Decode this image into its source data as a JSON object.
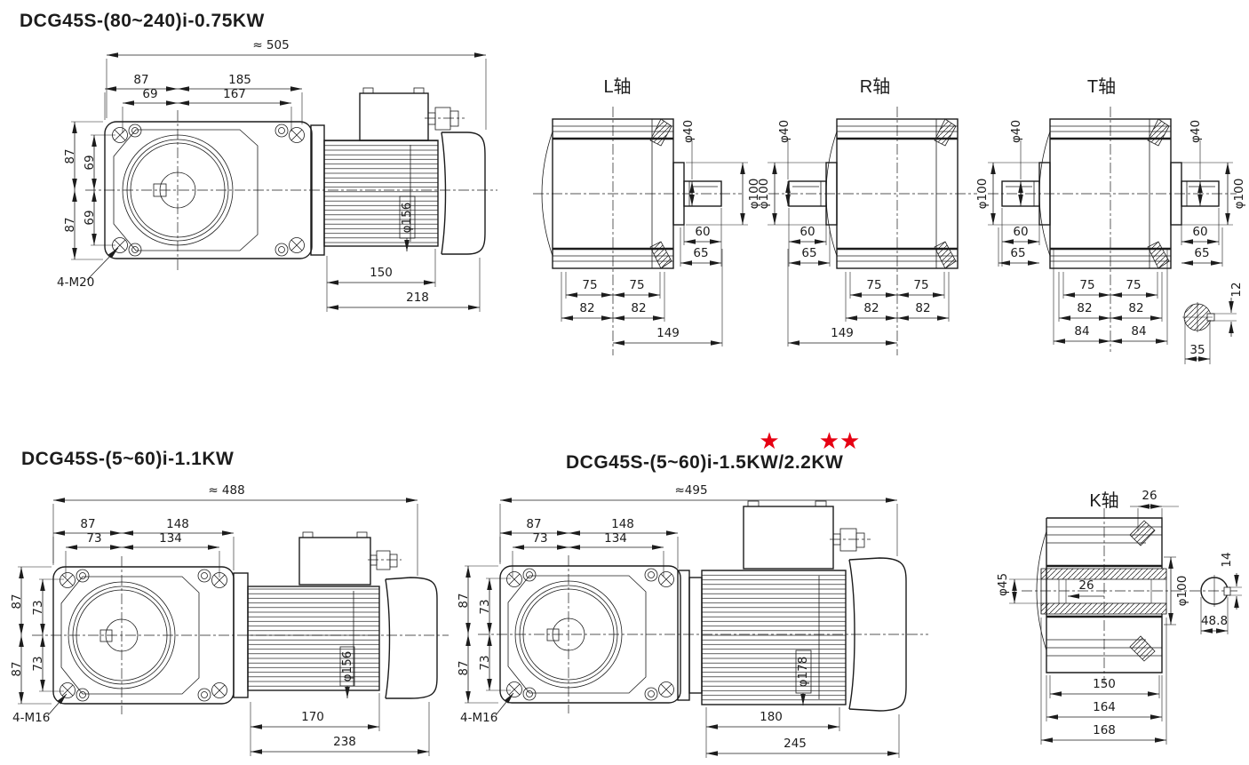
{
  "drawing": {
    "line_color": "#1c1c1c",
    "star_color": "#e60012",
    "views": {
      "v075": {
        "title": "DCG45S-(80~240)i-0.75KW",
        "overall": "≈ 505",
        "top_outer_left": "87",
        "top_outer_right": "185",
        "top_inner_left": "69",
        "top_inner_right": "167",
        "side_outer_top": "87",
        "side_inner_top": "69",
        "side_inner_bottom": "69",
        "side_outer_bottom": "87",
        "bolt_note": "4-M20",
        "motor_dia": "φ156",
        "motor_len": "150",
        "motor_total": "218"
      },
      "axle_l": {
        "title": "L轴",
        "shaft_dia": "φ40",
        "hub_dia": "φ100",
        "shaft_len": "60",
        "shaft_step": "65",
        "half_left": "75",
        "half_right": "75",
        "rim_left": "82",
        "rim_right": "82",
        "total": "149"
      },
      "axle_r": {
        "title": "R轴",
        "shaft_dia": "φ40",
        "hub_dia": "φ100",
        "shaft_len": "60",
        "shaft_step": "65",
        "half_left": "75",
        "half_right": "75",
        "rim_left": "82",
        "rim_right": "82",
        "total": "149"
      },
      "axle_t": {
        "title": "T轴",
        "shaft_dia_left": "φ40",
        "shaft_dia_right": "φ40",
        "hub_dia_left": "φ100",
        "hub_dia_right": "φ100",
        "shaft_len_left": "60",
        "shaft_step_left": "65",
        "shaft_len_right": "60",
        "shaft_step_right": "65",
        "half_left": "75",
        "half_right": "75",
        "rim_left": "82",
        "rim_right": "82",
        "outer_left": "84",
        "outer_right": "84",
        "key_width": "12",
        "key_flat": "35"
      },
      "v11": {
        "title": "DCG45S-(5~60)i-1.1KW",
        "overall": "≈ 488",
        "top_outer_left": "87",
        "top_outer_right": "148",
        "top_inner_left": "73",
        "top_inner_right": "134",
        "side_outer_top": "87",
        "side_inner_top": "73",
        "side_inner_bottom": "73",
        "side_outer_bottom": "87",
        "bolt_note": "4-M16",
        "motor_dia": "φ156",
        "motor_len": "170",
        "motor_total": "238"
      },
      "v15": {
        "title": "DCG45S-(5~60)i-1.5KW/2.2KW",
        "star_single": "★",
        "star_double": "★★",
        "overall": "≈495",
        "top_outer_left": "87",
        "top_outer_right": "148",
        "top_inner_left": "73",
        "top_inner_right": "134",
        "side_outer_top": "87",
        "side_inner_top": "73",
        "side_inner_bottom": "73",
        "side_outer_bottom": "87",
        "bolt_note": "4-M16",
        "motor_dia": "φ178",
        "motor_len": "180",
        "motor_total": "245"
      },
      "axle_k": {
        "title": "K轴",
        "hub_offset": "26",
        "bore_dia": "φ45",
        "bore_len": "26",
        "hub_dia": "φ100",
        "key_width": "14",
        "key_flat": "48.8",
        "body_len": "150",
        "mid_len": "164",
        "total_len": "168"
      }
    }
  }
}
